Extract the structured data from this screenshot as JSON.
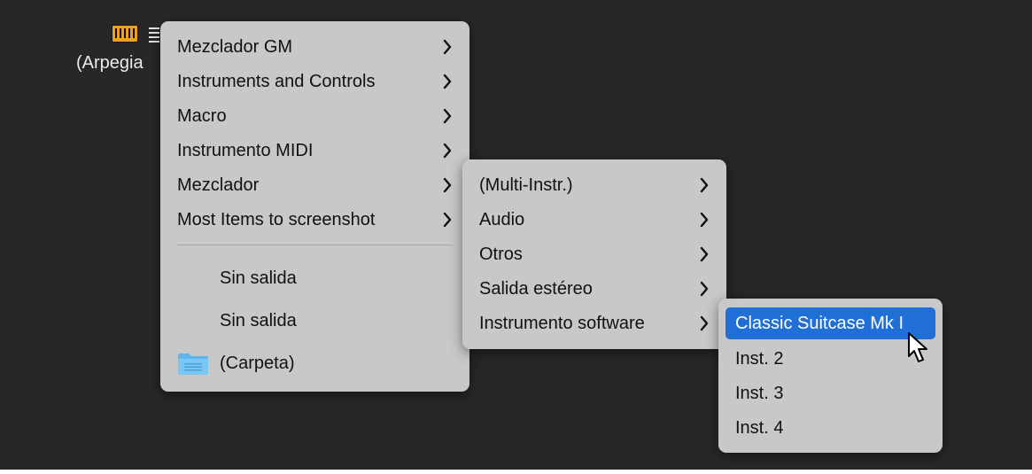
{
  "node": {
    "label": "(Arpegia",
    "icons": [
      "keyboard-icon",
      "grid-icon"
    ]
  },
  "main_menu": {
    "items": [
      {
        "label": "Mezclador GM",
        "submenu": true
      },
      {
        "label": "Instruments and Controls",
        "submenu": true
      },
      {
        "label": "Macro",
        "submenu": true
      },
      {
        "label": "Instrumento MIDI",
        "submenu": true
      },
      {
        "label": "Mezclador",
        "submenu": true
      },
      {
        "label": "Most Items to screenshot",
        "submenu": true
      }
    ],
    "outputs": [
      {
        "label": "Sin salida"
      },
      {
        "label": "Sin salida"
      }
    ],
    "folder": {
      "label": "(Carpeta)",
      "icon": "folder-icon"
    }
  },
  "submenu_mixer": {
    "items": [
      {
        "label": "(Multi-Instr.)",
        "submenu": true
      },
      {
        "label": "Audio",
        "submenu": true
      },
      {
        "label": "Otros",
        "submenu": true
      },
      {
        "label": "Salida estéreo",
        "submenu": true
      },
      {
        "label": "Instrumento software",
        "submenu": true
      }
    ]
  },
  "submenu_software": {
    "items": [
      {
        "label": "Classic Suitcase Mk I",
        "selected": true
      },
      {
        "label": "Inst. 2"
      },
      {
        "label": "Inst. 3"
      },
      {
        "label": "Inst. 4"
      }
    ]
  },
  "colors": {
    "background": "#272727",
    "menu": "#c8c8c8",
    "selection": "#1f6fd6"
  }
}
